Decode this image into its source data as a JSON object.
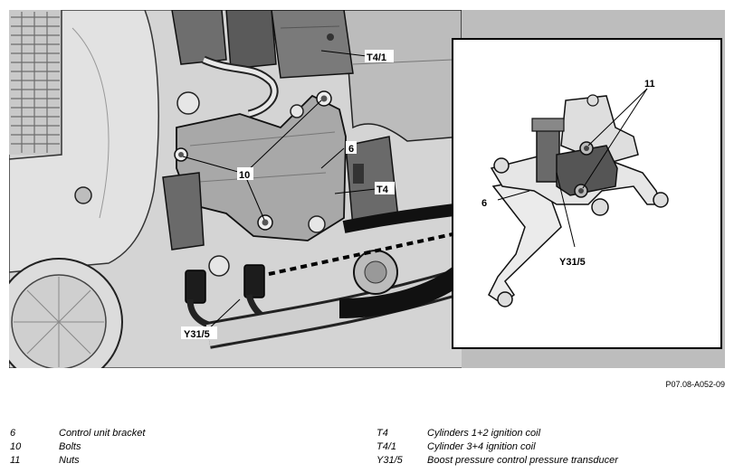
{
  "callouts": {
    "label_6_main": "6",
    "label_10": "10",
    "label_t4": "T4",
    "label_t41": "T4/1",
    "label_y315_main": "Y31/5",
    "label_11": "11",
    "label_6_inset": "6",
    "label_y315_inset": "Y31/5"
  },
  "figure_code": "P07.08-A052-09",
  "legend": {
    "left": [
      {
        "key": "6",
        "desc": "Control unit bracket"
      },
      {
        "key": "10",
        "desc": "Bolts"
      },
      {
        "key": "11",
        "desc": "Nuts"
      }
    ],
    "right": [
      {
        "key": "T4",
        "desc": "Cylinders 1+2 ignition coil"
      },
      {
        "key": "T4/1",
        "desc": "Cylinder 3+4 ignition coil"
      },
      {
        "key": "Y31/5",
        "desc": "Boost pressure control pressure transducer"
      }
    ]
  }
}
